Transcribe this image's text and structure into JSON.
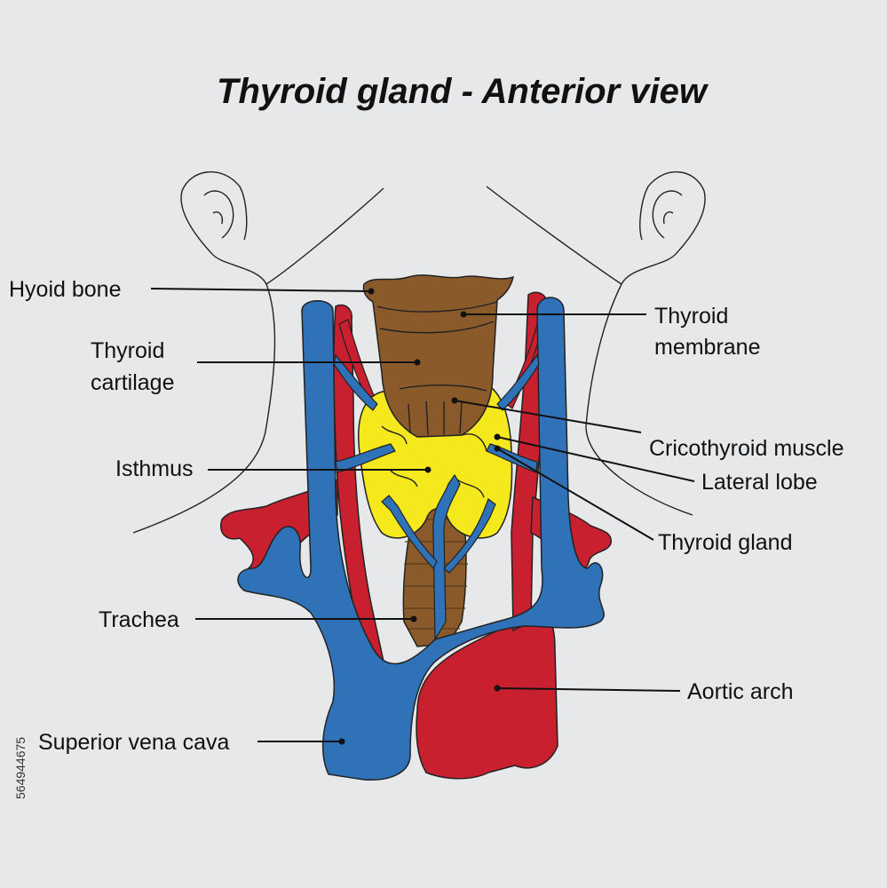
{
  "title": "Thyroid gland - Anterior view",
  "stock_id": "564944675",
  "colors": {
    "background": "#e7e8ea",
    "vein": "#2f72b8",
    "artery": "#c8202f",
    "cartilage": "#8a5a2b",
    "thyroid": "#f5e81c",
    "outline": "#222222"
  },
  "labels": {
    "hyoid_bone": "Hyoid bone",
    "thyroid_membrane_1": "Thyroid",
    "thyroid_membrane_2": "membrane",
    "thyroid_cartilage_1": "Thyroid",
    "thyroid_cartilage_2": "cartilage",
    "cricothyroid_muscle": "Cricothyroid muscle",
    "lateral_lobe": "Lateral lobe",
    "isthmus": "Isthmus",
    "thyroid_gland": "Thyroid gland",
    "trachea": "Trachea",
    "aortic_arch": "Aortic arch",
    "superior_vena_cava": "Superior vena cava"
  }
}
